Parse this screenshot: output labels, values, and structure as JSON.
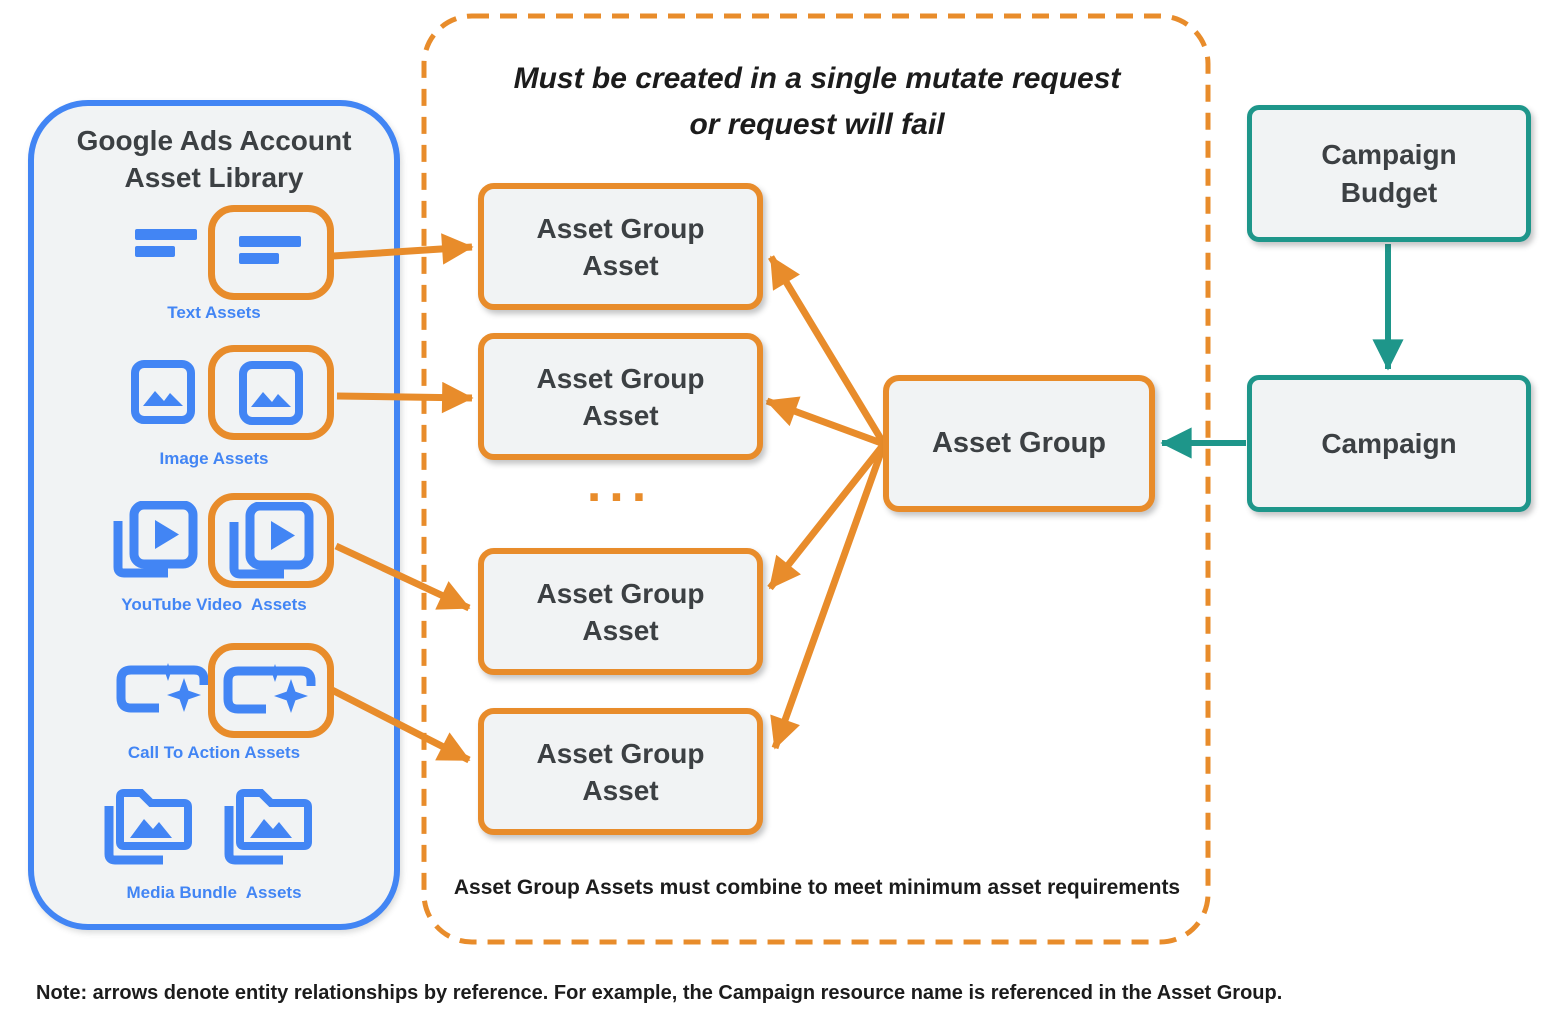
{
  "theme": {
    "blue": "#4285F4",
    "orange": "#E88C2B",
    "teal": "#1E968A",
    "box_fill": "#F1F3F4",
    "text_dark": "#3C4043",
    "text_black": "#1C1C1C"
  },
  "asset_library": {
    "title": "Google Ads Account Asset Library",
    "items": [
      {
        "label": "Text Assets",
        "icon": "text-lines-icon"
      },
      {
        "label": "Image Assets",
        "icon": "image-icon"
      },
      {
        "label": "YouTube Video  Assets",
        "icon": "video-play-icon"
      },
      {
        "label": "Call To Action Assets",
        "icon": "cta-sparkle-icon"
      },
      {
        "label": "Media Bundle  Assets",
        "icon": "media-bundle-folder-icon"
      }
    ]
  },
  "mutate_panel": {
    "title_line1": "Must be created in a single mutate request",
    "title_line2": "or request will fail",
    "asset_group_assets": [
      "Asset Group Asset",
      "Asset Group Asset",
      "Asset Group Asset",
      "Asset Group Asset"
    ],
    "ellipsis": "...",
    "caption": "Asset Group Assets must combine to meet minimum asset requirements"
  },
  "nodes": {
    "asset_group": "Asset Group",
    "campaign_budget": "Campaign Budget",
    "campaign": "Campaign"
  },
  "note": "Note: arrows denote entity relationships by reference. For example, the Campaign resource name is referenced in the Asset Group."
}
